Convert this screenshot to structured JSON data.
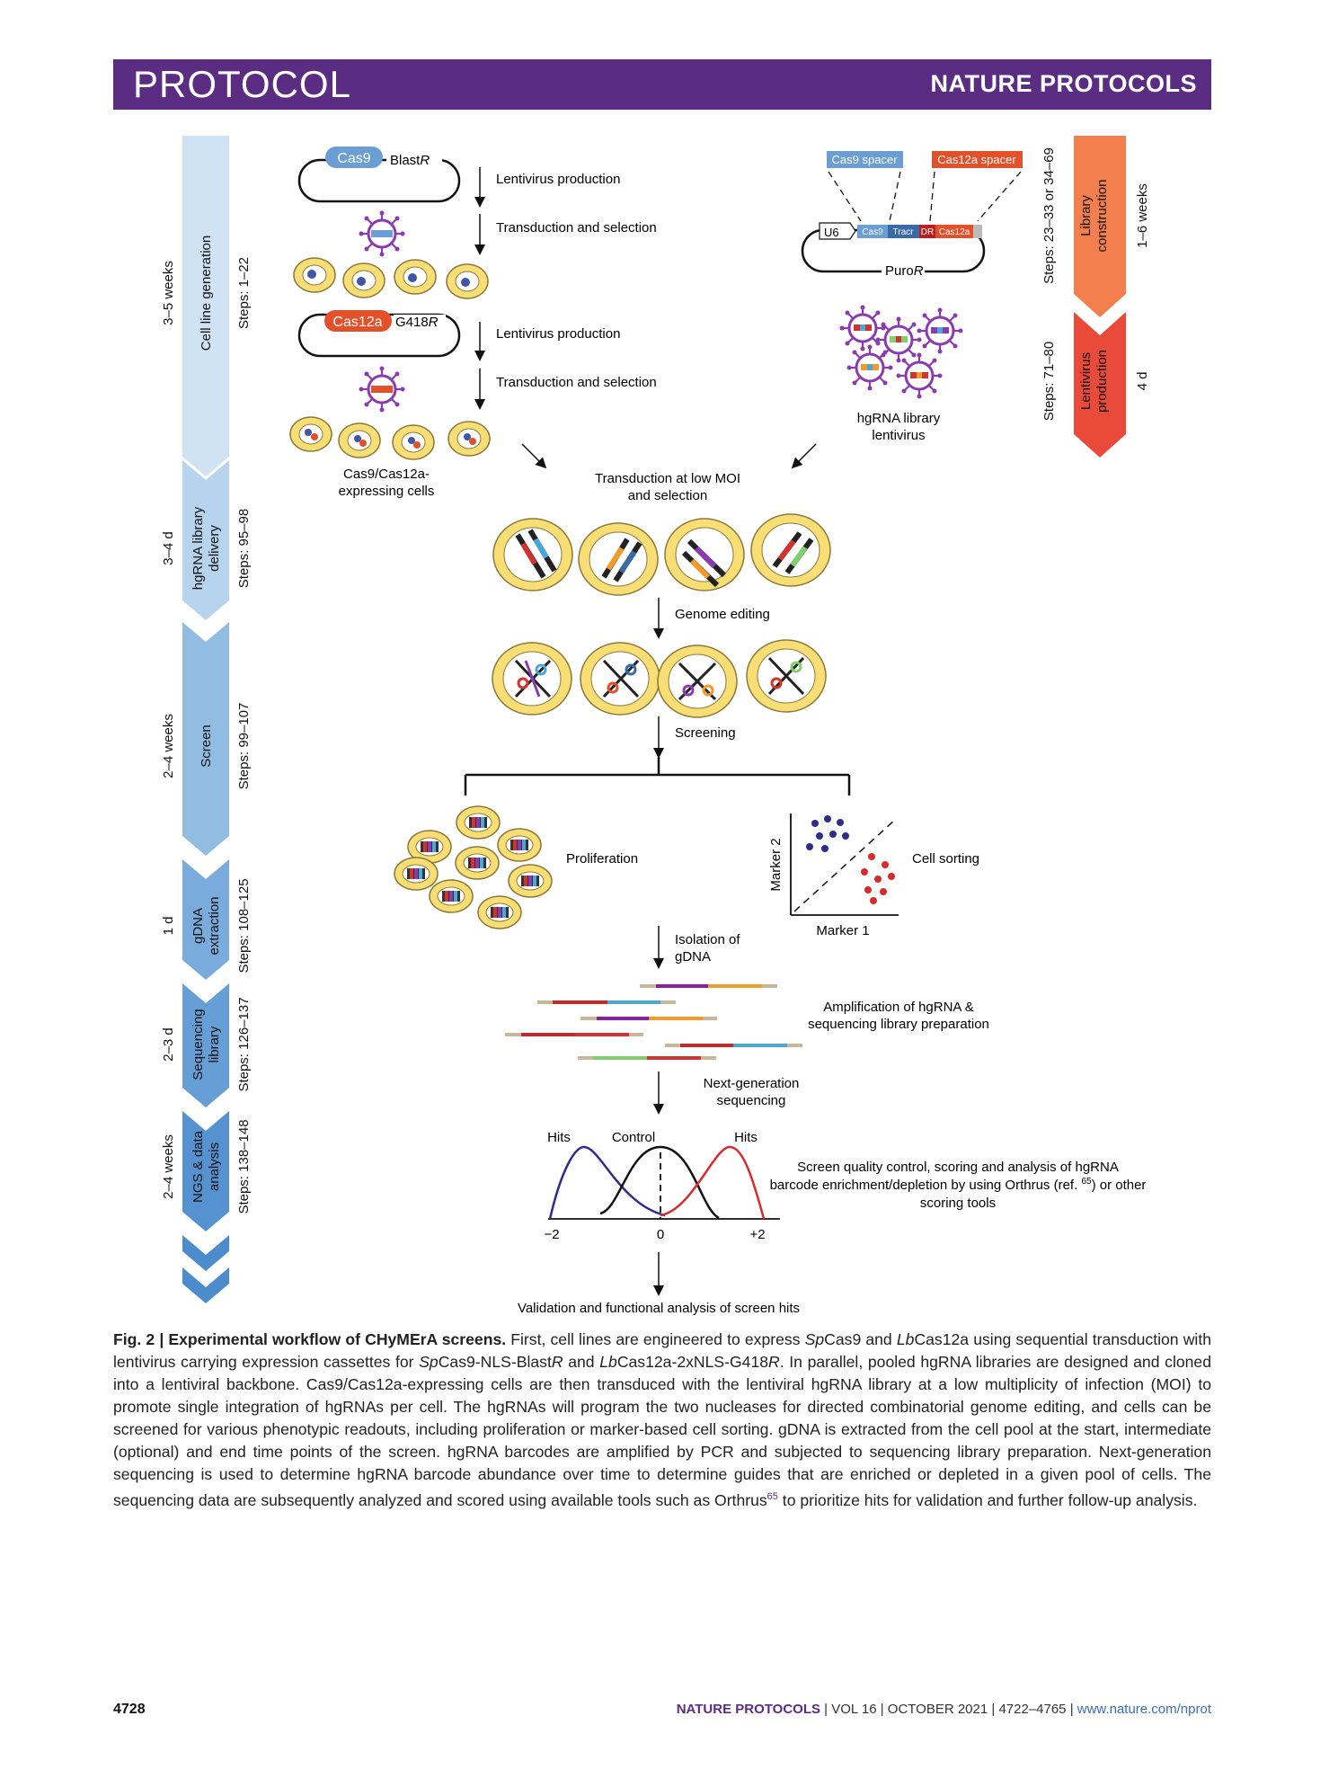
{
  "header": {
    "left": "PROTOCOL",
    "right": "NATURE PROTOCOLS"
  },
  "timeline": [
    {
      "duration": "3–5 weeks",
      "stage": "Cell line generation",
      "steps": "Steps: 1–22"
    },
    {
      "duration": "3–4 d",
      "stage": "hgRNA library delivery",
      "steps": "Steps: 95–98"
    },
    {
      "duration": "2–4 weeks",
      "stage": "Screen",
      "steps": "Steps: 99–107"
    },
    {
      "duration": "1 d",
      "stage": "gDNA extraction",
      "steps": "Steps: 108–125"
    },
    {
      "duration": "2–3 d",
      "stage": "Sequencing library",
      "steps": "Steps: 126–137"
    },
    {
      "duration": "2–4 weeks",
      "stage": "NGS & data analysis",
      "steps": "Steps: 138–148"
    }
  ],
  "right_timeline": [
    {
      "stage": "Library construction",
      "steps": "Steps: 23–33 or 34–69",
      "duration": "1–6 weeks"
    },
    {
      "stage": "Lentivirus production",
      "steps": "Steps: 71–80",
      "duration": "4 d"
    }
  ],
  "diagram": {
    "cas9": "Cas9",
    "blastr": "BlastR",
    "cas12a": "Cas12a",
    "g418r": "G418R",
    "lenti1": "Lentivirus production",
    "trans1": "Transduction and selection",
    "lenti2": "Lentivirus production",
    "trans2": "Transduction and selection",
    "cells_label_1": "Cas9/Cas12a-",
    "cells_label_2": "expressing cells",
    "cas9_spacer": "Cas9 spacer",
    "cas12a_spacer": "Cas12a spacer",
    "u6": "U6",
    "cas9_small": "Cas9",
    "tracr": "Tracr",
    "dr": "DR",
    "cas12a_small": "Cas12a",
    "puror": "PuroR",
    "lib_label_1": "hgRNA library",
    "lib_label_2": "lentivirus",
    "moi_1": "Transduction at low MOI",
    "moi_2": "and selection",
    "genome_editing": "Genome editing",
    "screening": "Screening",
    "proliferation": "Proliferation",
    "marker2": "Marker 2",
    "marker1": "Marker 1",
    "cell_sorting": "Cell sorting",
    "isolation_1": "Isolation of",
    "isolation_2": "gDNA",
    "amp_1": "Amplification of hgRNA &",
    "amp_2": "sequencing library preparation",
    "ngs_1": "Next-generation",
    "ngs_2": "sequencing",
    "hits_left": "Hits",
    "control": "Control",
    "hits_right": "Hits",
    "tick_m2": "−2",
    "tick_0": "0",
    "tick_p2": "+2",
    "qc_1": "Screen quality control, scoring and analysis of hgRNA",
    "qc_2a": "barcode enrichment/depletion by using Orthrus (ref. ",
    "qc_2sup": "65",
    "qc_2b": ") or other",
    "qc_3": "scoring tools",
    "validation": "Validation and functional analysis of screen hits"
  },
  "caption": {
    "fig": "Fig. 2 | Experimental workflow of CHyMErA screens.",
    "text_1": " First, cell lines are engineered to express ",
    "sp": "Sp",
    "t2": "Cas9 and ",
    "lb": "Lb",
    "t3": "Cas12a using sequential transduction with lentivirus carrying expression cassettes for ",
    "sp2": "Sp",
    "t4": "Cas9-NLS-Blast",
    "r1": "R",
    "t5": " and ",
    "lb2": "Lb",
    "t6": "Cas12a-2xNLS-G418",
    "r2": "R",
    "t7": ". In parallel, pooled hgRNA libraries are designed and cloned into a lentiviral backbone. Cas9/Cas12a-expressing cells are then transduced with the lentiviral hgRNA library at a low multiplicity of infection (MOI) to promote single integration of hgRNAs per cell. The hgRNAs will program the two nucleases for directed combinatorial genome editing, and cells can be screened for various phenotypic readouts, including proliferation or marker-based cell sorting. gDNA is extracted from the cell pool at the start, intermediate (optional) and end time points of the screen. hgRNA barcodes are amplified by PCR and subjected to sequencing library preparation. Next-generation sequencing is used to determine hgRNA barcode abundance over time to determine guides that are enriched or depleted in a given pool of cells. The sequencing data are subsequently analyzed and scored using available tools such as Orthrus",
    "ref": "65",
    "t8": " to prioritize hits for validation and further follow-up analysis."
  },
  "footer": {
    "page": "4728",
    "journal": "NATURE PROTOCOLS",
    "sep1": " | VOL 16 | OCTOBER 2021 | 4722–4765 | ",
    "url": "www.nature.com/nprot"
  }
}
